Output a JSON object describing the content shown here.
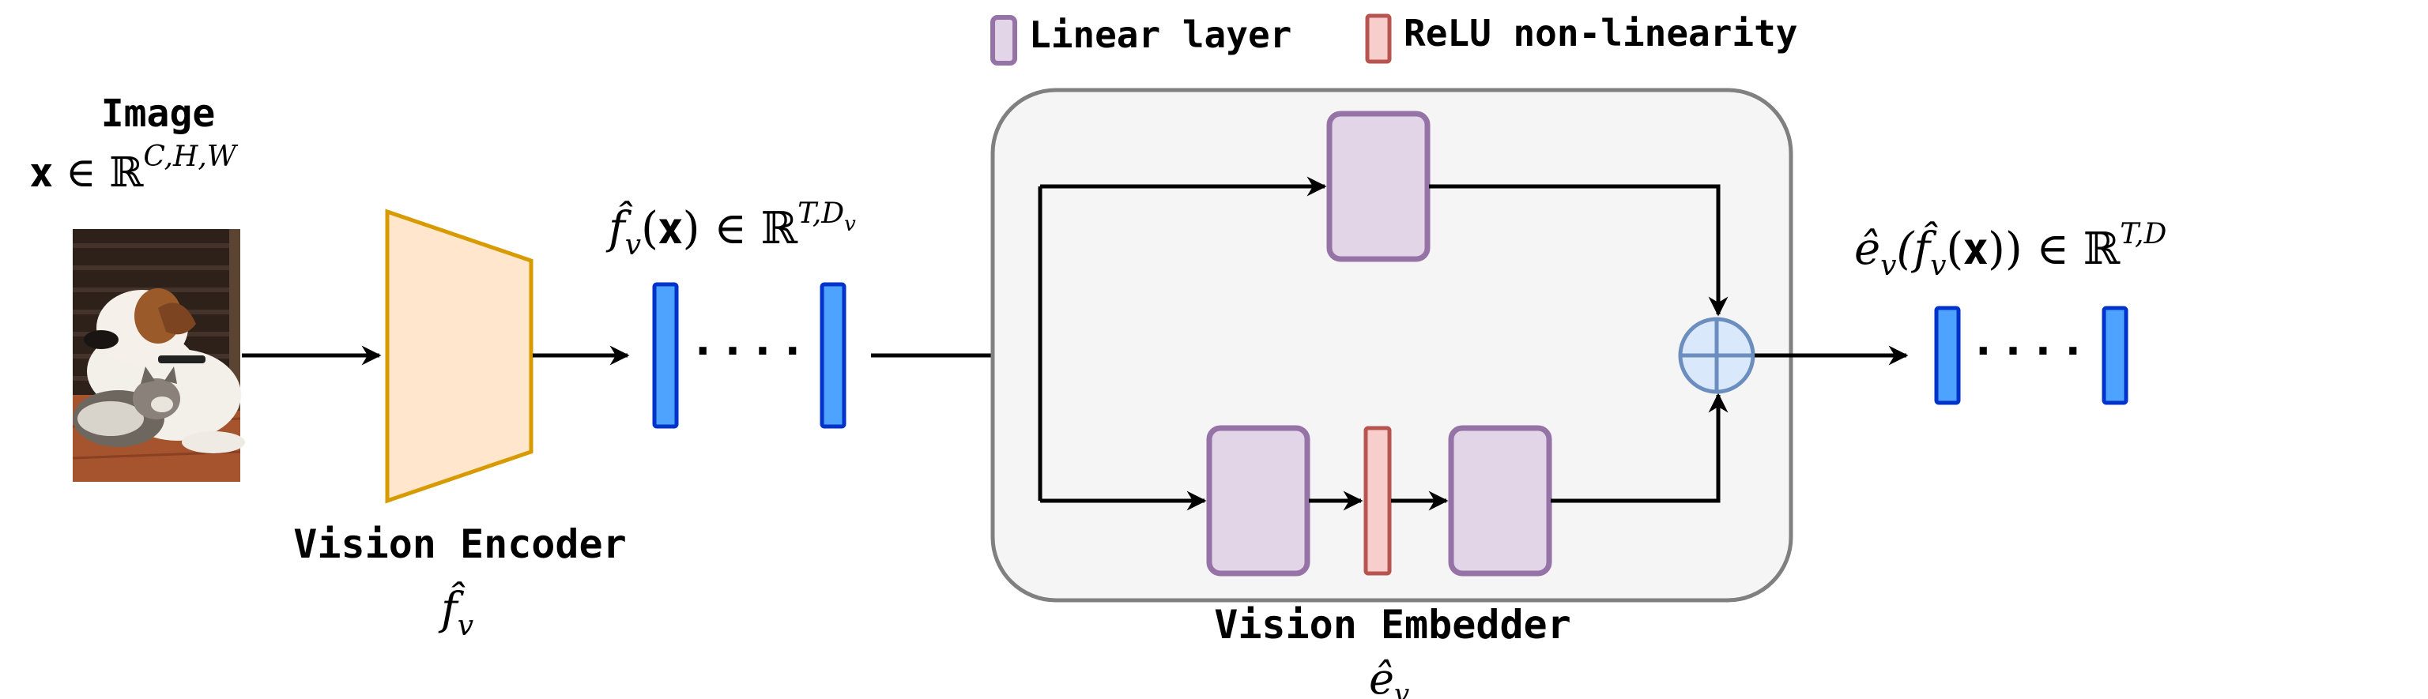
{
  "legend": {
    "linear_label": "Linear layer",
    "relu_label": "ReLU non-linearity"
  },
  "image": {
    "title": "Image",
    "formula_main": "𝐱 ∈ ℝ",
    "formula_sup": "C,H,W"
  },
  "vision_encoder": {
    "label": "Vision Encoder",
    "symbol": "f̂",
    "symbol_sub": "v"
  },
  "encoder_output": {
    "formula_main": "f̂",
    "formula_sub": "v",
    "formula_rest": "(𝐱) ∈ ℝ",
    "formula_sup": "T,D",
    "formula_sup_sub": "v"
  },
  "vision_embedder": {
    "label": "Vision Embedder",
    "symbol": "ê",
    "symbol_sub": "v"
  },
  "embedder_output": {
    "formula_a": "ê",
    "formula_a_sub": "v",
    "formula_b": "(f̂",
    "formula_b_sub": "v",
    "formula_c": "(𝐱)) ∈ ℝ",
    "formula_sup": "T,D"
  },
  "ellipsis": "· · · ·",
  "colors": {
    "encoder_fill": "#ffe6cc",
    "encoder_stroke": "#d79b00",
    "token_fill": "#4da3ff",
    "token_stroke": "#0033cc",
    "linear_fill": "#e1d5e7",
    "linear_stroke": "#9673a6",
    "relu_fill": "#f8cecc",
    "relu_stroke": "#b85450",
    "embedder_fill": "#f5f5f5",
    "embedder_stroke": "#808080",
    "sum_fill": "#dae8fc",
    "sum_stroke": "#6c8ebf"
  }
}
